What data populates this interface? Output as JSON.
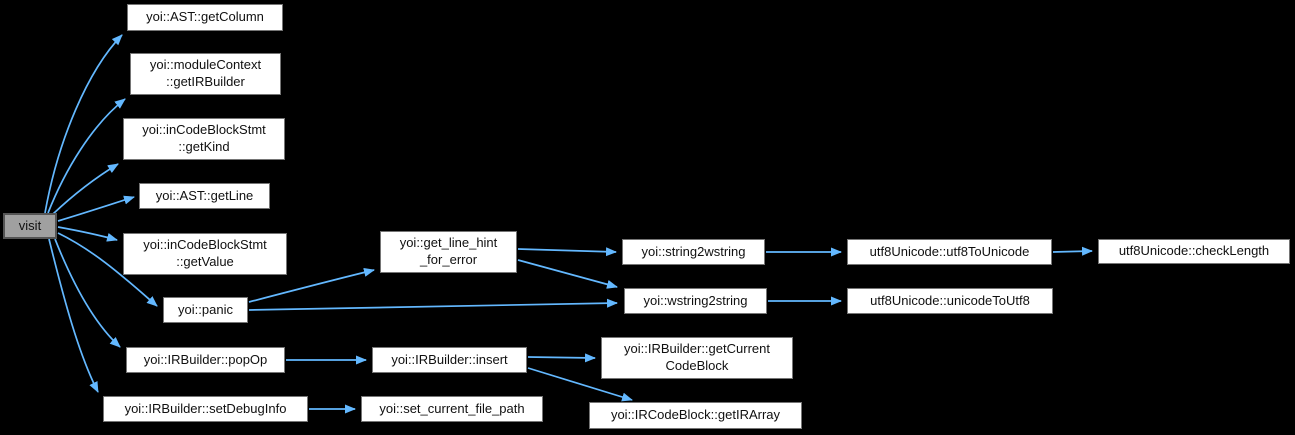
{
  "diagram": {
    "type": "call-graph",
    "background_color": "#000000",
    "edge_color": "#63b8ff",
    "node_style": {
      "fill": "#ffffff",
      "border": "#757575",
      "text": "#101010"
    },
    "focus_node_style": {
      "fill": "#a0a0a0",
      "border": "#545454"
    },
    "nodes": {
      "visit": {
        "label": "visit"
      },
      "ast_get_column": {
        "label": "yoi::AST::getColumn"
      },
      "module_context_get_ir_builder": {
        "label": "yoi::moduleContext\n::getIRBuilder"
      },
      "in_code_block_stmt_get_kind": {
        "label": "yoi::inCodeBlockStmt\n::getKind"
      },
      "ast_get_line": {
        "label": "yoi::AST::getLine"
      },
      "in_code_block_stmt_get_value": {
        "label": "yoi::inCodeBlockStmt\n::getValue"
      },
      "panic": {
        "label": "yoi::panic"
      },
      "ir_builder_pop_op": {
        "label": "yoi::IRBuilder::popOp"
      },
      "ir_builder_set_debug_info": {
        "label": "yoi::IRBuilder::setDebugInfo"
      },
      "get_line_hint_for_error": {
        "label": "yoi::get_line_hint\n_for_error"
      },
      "string2wstring": {
        "label": "yoi::string2wstring"
      },
      "wstring2string": {
        "label": "yoi::wstring2string"
      },
      "utf8_to_unicode": {
        "label": "utf8Unicode::utf8ToUnicode"
      },
      "unicode_to_utf8": {
        "label": "utf8Unicode::unicodeToUtf8"
      },
      "check_length": {
        "label": "utf8Unicode::checkLength"
      },
      "ir_builder_insert": {
        "label": "yoi::IRBuilder::insert"
      },
      "get_current_code_block": {
        "label": "yoi::IRBuilder::getCurrent\nCodeBlock"
      },
      "set_current_file_path": {
        "label": "yoi::set_current_file_path"
      },
      "get_ir_array": {
        "label": "yoi::IRCodeBlock::getIRArray"
      }
    },
    "edges": [
      {
        "from": "visit",
        "to": "ast_get_column"
      },
      {
        "from": "visit",
        "to": "module_context_get_ir_builder"
      },
      {
        "from": "visit",
        "to": "in_code_block_stmt_get_kind"
      },
      {
        "from": "visit",
        "to": "ast_get_line"
      },
      {
        "from": "visit",
        "to": "in_code_block_stmt_get_value"
      },
      {
        "from": "visit",
        "to": "panic"
      },
      {
        "from": "visit",
        "to": "ir_builder_pop_op"
      },
      {
        "from": "visit",
        "to": "ir_builder_set_debug_info"
      },
      {
        "from": "panic",
        "to": "get_line_hint_for_error"
      },
      {
        "from": "panic",
        "to": "wstring2string"
      },
      {
        "from": "get_line_hint_for_error",
        "to": "string2wstring"
      },
      {
        "from": "get_line_hint_for_error",
        "to": "wstring2string"
      },
      {
        "from": "string2wstring",
        "to": "utf8_to_unicode"
      },
      {
        "from": "utf8_to_unicode",
        "to": "check_length"
      },
      {
        "from": "wstring2string",
        "to": "unicode_to_utf8"
      },
      {
        "from": "ir_builder_pop_op",
        "to": "ir_builder_insert"
      },
      {
        "from": "ir_builder_insert",
        "to": "get_current_code_block"
      },
      {
        "from": "ir_builder_insert",
        "to": "get_ir_array"
      },
      {
        "from": "ir_builder_set_debug_info",
        "to": "set_current_file_path"
      }
    ]
  }
}
